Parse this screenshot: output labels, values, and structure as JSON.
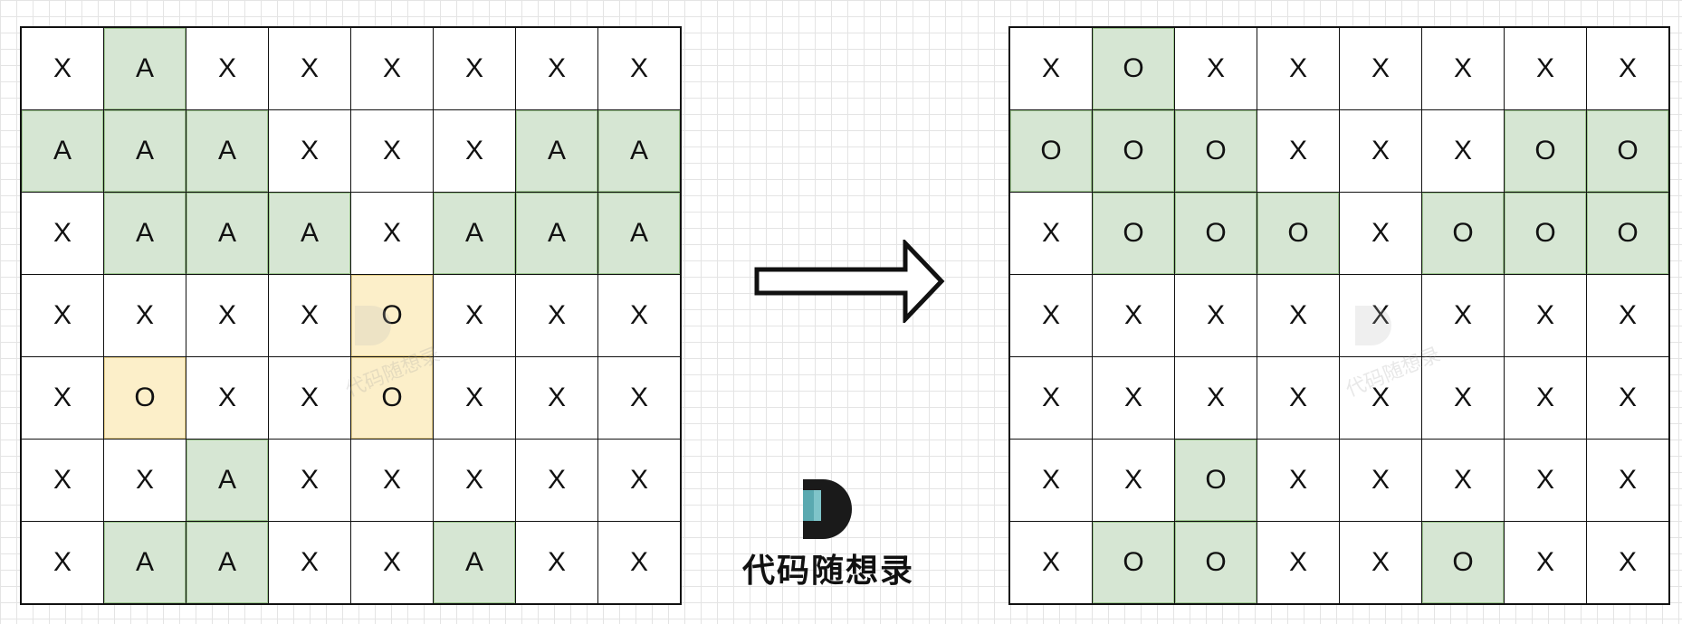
{
  "before_grid": {
    "rows": [
      [
        "X",
        "A",
        "X",
        "X",
        "X",
        "X",
        "X",
        "X"
      ],
      [
        "A",
        "A",
        "A",
        "X",
        "X",
        "X",
        "A",
        "A"
      ],
      [
        "X",
        "A",
        "A",
        "A",
        "X",
        "A",
        "A",
        "A"
      ],
      [
        "X",
        "X",
        "X",
        "X",
        "O",
        "X",
        "X",
        "X"
      ],
      [
        "X",
        "O",
        "X",
        "X",
        "O",
        "X",
        "X",
        "X"
      ],
      [
        "X",
        "X",
        "A",
        "X",
        "X",
        "X",
        "X",
        "X"
      ],
      [
        "X",
        "A",
        "A",
        "X",
        "X",
        "A",
        "X",
        "X"
      ]
    ],
    "highlight": [
      [
        "",
        "g",
        "",
        "",
        "",
        "",
        "",
        ""
      ],
      [
        "g",
        "g",
        "g",
        "",
        "",
        "",
        "g",
        "g"
      ],
      [
        "",
        "g",
        "g",
        "g",
        "",
        "g",
        "g",
        "g"
      ],
      [
        "",
        "",
        "",
        "",
        "y",
        "",
        "",
        ""
      ],
      [
        "",
        "y",
        "",
        "",
        "y",
        "",
        "",
        ""
      ],
      [
        "",
        "",
        "g",
        "",
        "",
        "",
        "",
        ""
      ],
      [
        "",
        "g",
        "g",
        "",
        "",
        "g",
        "",
        ""
      ]
    ]
  },
  "after_grid": {
    "rows": [
      [
        "X",
        "O",
        "X",
        "X",
        "X",
        "X",
        "X",
        "X"
      ],
      [
        "O",
        "O",
        "O",
        "X",
        "X",
        "X",
        "O",
        "O"
      ],
      [
        "X",
        "O",
        "O",
        "O",
        "X",
        "O",
        "O",
        "O"
      ],
      [
        "X",
        "X",
        "X",
        "X",
        "X",
        "X",
        "X",
        "X"
      ],
      [
        "X",
        "X",
        "X",
        "X",
        "X",
        "X",
        "X",
        "X"
      ],
      [
        "X",
        "X",
        "O",
        "X",
        "X",
        "X",
        "X",
        "X"
      ],
      [
        "X",
        "O",
        "O",
        "X",
        "X",
        "O",
        "X",
        "X"
      ]
    ],
    "highlight": [
      [
        "",
        "g",
        "",
        "",
        "",
        "",
        "",
        ""
      ],
      [
        "g",
        "g",
        "g",
        "",
        "",
        "",
        "g",
        "g"
      ],
      [
        "",
        "g",
        "g",
        "g",
        "",
        "g",
        "g",
        "g"
      ],
      [
        "",
        "",
        "",
        "",
        "",
        "",
        "",
        ""
      ],
      [
        "",
        "",
        "",
        "",
        "",
        "",
        "",
        ""
      ],
      [
        "",
        "",
        "g",
        "",
        "",
        "",
        "",
        ""
      ],
      [
        "",
        "g",
        "g",
        "",
        "",
        "g",
        "",
        ""
      ]
    ]
  },
  "colors": {
    "highlight_green": "#d6e6d3",
    "highlight_yellow": "#fcefc9",
    "logo_teal": "#5aa9b0",
    "line": "#111111"
  },
  "logo": {
    "text": "代码随想录"
  },
  "watermark": {
    "text": "代码随想录"
  }
}
